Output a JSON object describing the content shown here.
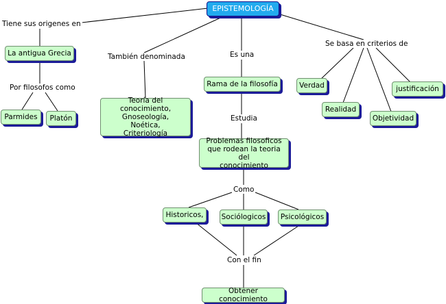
{
  "root": "EPISTEMOLOGÍA",
  "links": {
    "tiene": "Tiene sus origenes en",
    "tambien": "También denominada",
    "es_una": "Es una",
    "se_basa": "Se basa en criterios de",
    "por_filosofos": "Por filosofos como",
    "estudia": "Estudia",
    "como": "Como",
    "con_el_fin": "Con el fin"
  },
  "nodes": {
    "grecia": "La antigua Grecia",
    "parmides": "Parmides",
    "platon": "Platón",
    "teoria": "Teoría del conocimiento,\nGnoseología,\nNoética,\nCriteriología",
    "rama": "Rama de la filosofía",
    "problemas": "Problemas filosoficos\nque rodean la teoria del\nconocimiento",
    "verdad": "Verdad",
    "justificacion": "justificación",
    "realidad": "Realidad",
    "objetividad": "Objetividad",
    "historicos": "Historicos,",
    "sociologicos": "Sociólogicos",
    "psicologicos": "Psicológicos",
    "obtener": "Obtener conocimiento"
  },
  "colors": {
    "root_fill": "#22aaee",
    "node_fill": "#ccffcc",
    "shadow": "#1c1c99"
  }
}
